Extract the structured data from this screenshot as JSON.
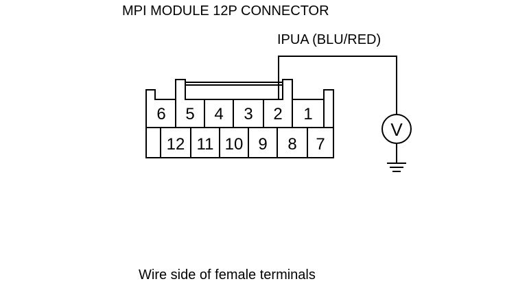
{
  "title": "MPI MODULE 12P CONNECTOR",
  "wire_label": "IPUA (BLU/RED)",
  "caption": "Wire side of female terminals",
  "connector": {
    "top_row": [
      "6",
      "5",
      "4",
      "3",
      "2",
      "1"
    ],
    "bottom_row": [
      "12",
      "11",
      "10",
      "9",
      "8",
      "7"
    ]
  },
  "meter_symbol": "V",
  "probe_terminal": "2"
}
